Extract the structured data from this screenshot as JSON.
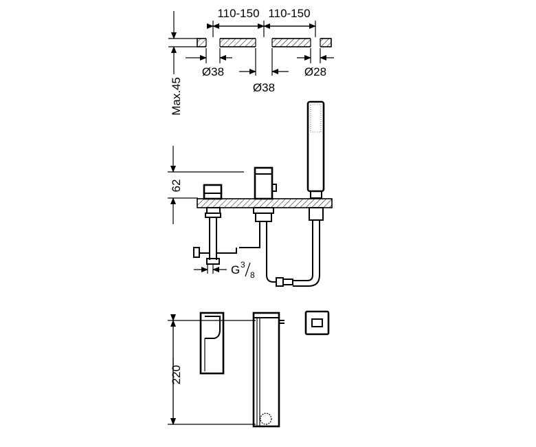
{
  "dimensions": {
    "spacing_left": "110-150",
    "spacing_right": "110-150",
    "hole_left": "Ø38",
    "hole_center": "Ø38",
    "hole_right": "Ø28",
    "max_thickness": "Max.45",
    "height_above_deck": "62",
    "connection_main": "G",
    "connection_numerator": "3",
    "connection_denominator": "8",
    "spout_height": "220"
  }
}
